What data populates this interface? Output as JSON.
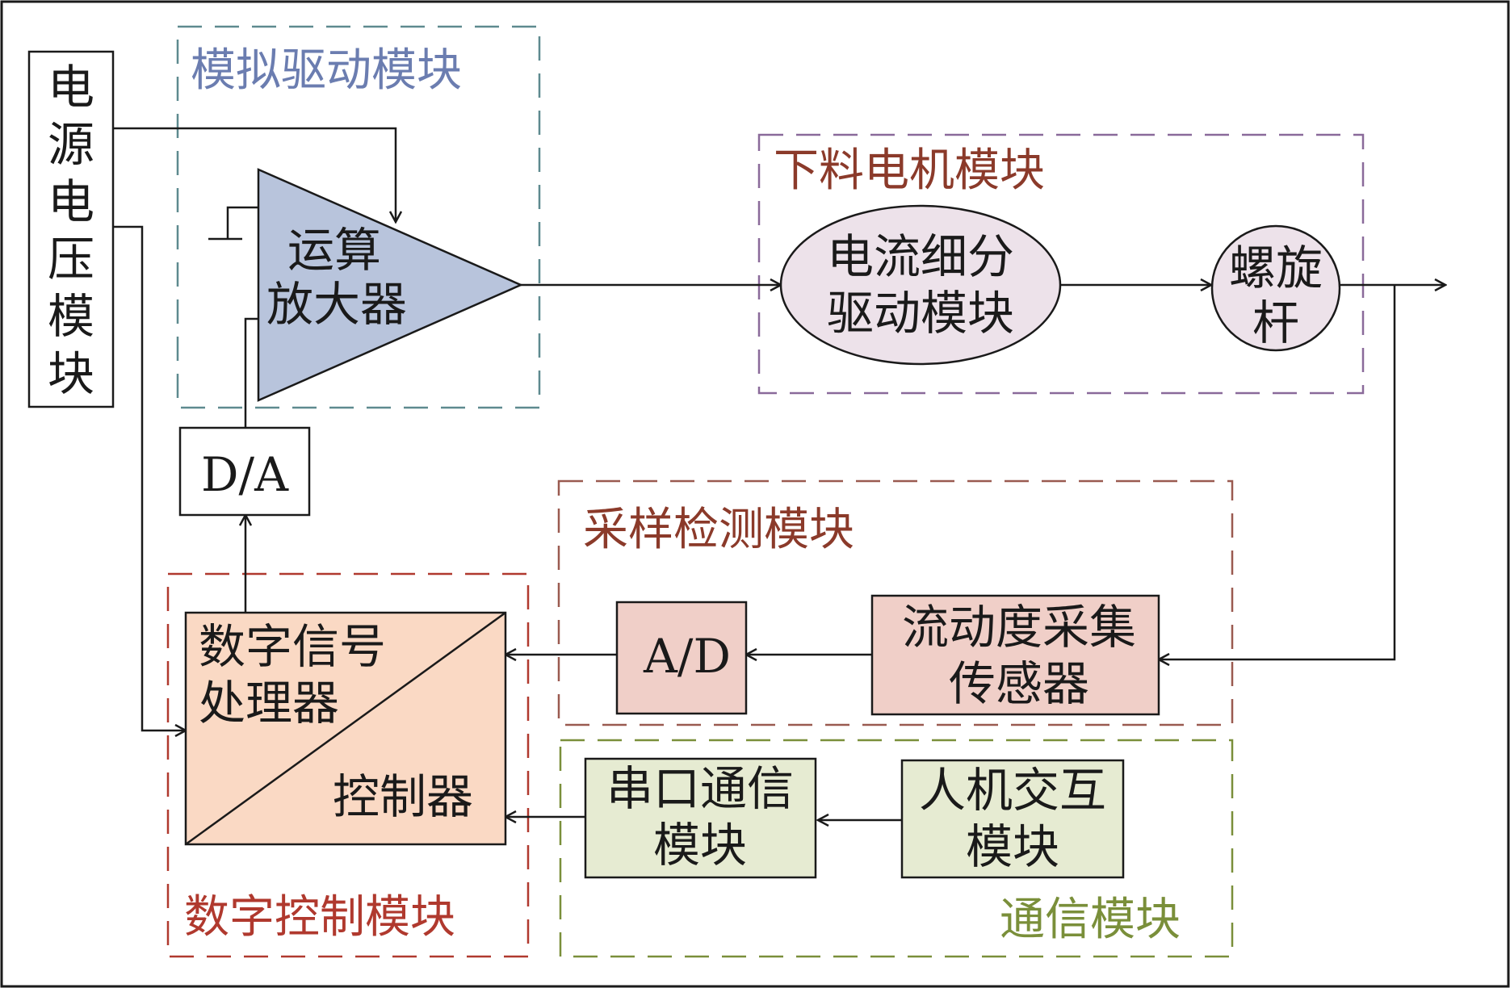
{
  "modules": {
    "power": {
      "lines": [
        "电",
        "源",
        "电",
        "压",
        "模",
        "块"
      ]
    },
    "analog_drive": {
      "title": "模拟驱动模块",
      "color": "#6b7db0",
      "border_color": "#5e8a8f"
    },
    "opamp": {
      "lines": [
        "运算",
        "放大器"
      ],
      "fill": "#b8c4dc"
    },
    "da": {
      "label": "D/A"
    },
    "feed_motor": {
      "title": "下料电机模块",
      "color": "#8b3a2a",
      "border_color": "#8a6a9a"
    },
    "current_driver": {
      "lines": [
        "电流细分",
        "驱动模块"
      ],
      "fill": "#ede2ea"
    },
    "screw": {
      "lines": [
        "螺旋",
        "杆"
      ],
      "fill": "#ede2ea"
    },
    "sampling": {
      "title": "采样检测模块",
      "color": "#8b3a2a",
      "border_color": "#9a5a50"
    },
    "ad": {
      "label": "A/D",
      "fill": "#f0cfc8"
    },
    "flow_sensor": {
      "lines": [
        "流动度采集",
        "传感器"
      ],
      "fill": "#f0cfc8"
    },
    "digital_control": {
      "title": "数字控制模块",
      "color": "#b0392e",
      "border_color": "#b0392e"
    },
    "dsp": {
      "lines": [
        "数字信号",
        "处理器"
      ],
      "fill": "#fad9c4"
    },
    "controller": {
      "label": "控制器",
      "color": "#e03a30"
    },
    "communication": {
      "title": "通信模块",
      "color": "#7a8f3a",
      "border_color": "#7a8f3a"
    },
    "serial": {
      "lines": [
        "串口通信",
        "模块"
      ],
      "fill": "#e6ebd2"
    },
    "hmi": {
      "lines": [
        "人机交互",
        "模块"
      ],
      "fill": "#e6ebd2"
    }
  }
}
